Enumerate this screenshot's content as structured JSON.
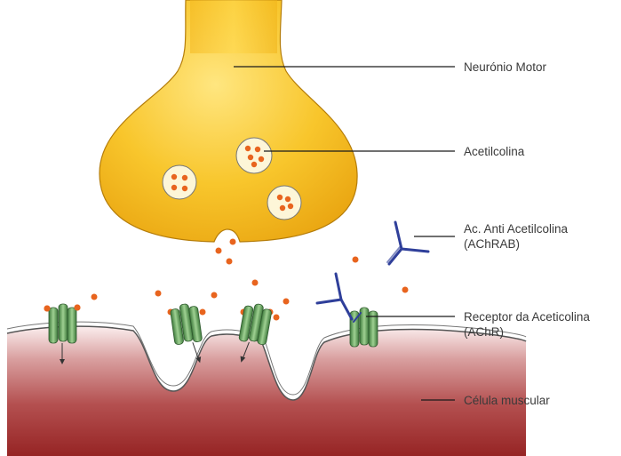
{
  "labels": {
    "motor_neuron": "Neurónio Motor",
    "acetylcholine": "Acetilcolina",
    "antibody_line1": "Ac. Anti Acetilcolina",
    "antibody_line2": "(AChRAB)",
    "receptor_line1": "Receptor da Aceticolina",
    "receptor_line2": "(AChR)",
    "muscle_cell": "Célula muscular"
  },
  "colors": {
    "neuron_fill": "#f7c52b",
    "neuron_highlight": "#ffe066",
    "vesicle_fill": "#fdf6d8",
    "acetylcholine": "#e8641e",
    "receptor": "#5f9a5a",
    "receptor_light": "#a9d39f",
    "antibody": "#2f3f9a",
    "muscle_top": "#ffffff",
    "muscle_bottom": "#9c2a2a",
    "leader_line": "#1a1a1a"
  }
}
